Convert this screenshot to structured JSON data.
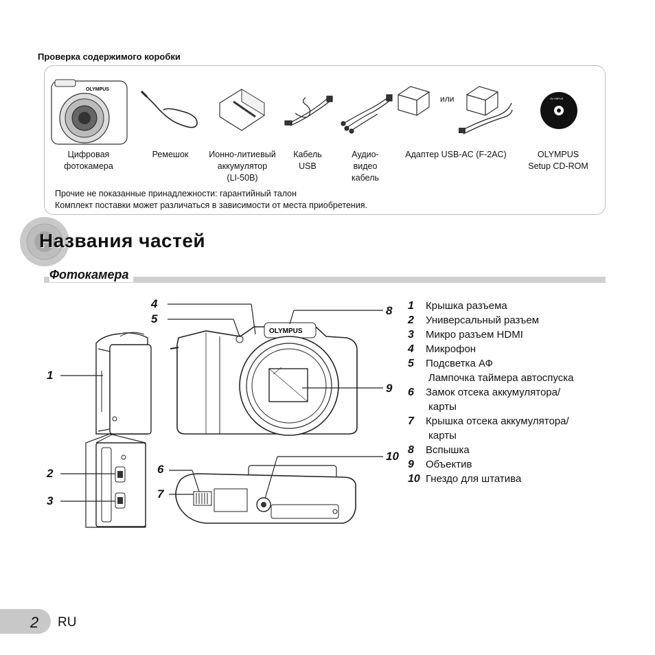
{
  "box": {
    "title": "Проверка содержимого коробки",
    "items": [
      {
        "label1": "Цифровая",
        "label2": "фотокамера",
        "label3": ""
      },
      {
        "label1": "Ремешок",
        "label2": "",
        "label3": ""
      },
      {
        "label1": "Ионно-литиевый",
        "label2": "аккумулятор",
        "label3": "(LI-50B)"
      },
      {
        "label1": "Кабель",
        "label2": "USB",
        "label3": ""
      },
      {
        "label1": "Аудио-",
        "label2": "видео",
        "label3": "кабель"
      },
      {
        "label1": "Адаптер USB-AC (F-2AC)",
        "label2": "",
        "label3": ""
      },
      {
        "label1": "OLYMPUS",
        "label2": "Setup CD-ROM",
        "label3": ""
      }
    ],
    "or_text": "или",
    "camera_brand": "OLYMPUS",
    "note1": "Прочие не показанные принадлежности: гарантийный талон",
    "note2": "Комплект поставки может различаться в зависимости от места приобретения."
  },
  "heading": "Названия частей",
  "section": "Фотокамера",
  "diagram": {
    "brand": "OLYMPUS",
    "callouts": [
      "1",
      "2",
      "3",
      "4",
      "5",
      "6",
      "7",
      "8",
      "9",
      "10"
    ]
  },
  "parts": [
    {
      "num": "1",
      "text": "Крышка разъема",
      "cont": ""
    },
    {
      "num": "2",
      "text": "Универсальный разъем",
      "cont": ""
    },
    {
      "num": "3",
      "text": "Микро разъем HDMI",
      "cont": ""
    },
    {
      "num": "4",
      "text": "Микрофон",
      "cont": ""
    },
    {
      "num": "5",
      "text": "Подсветка АФ",
      "cont": "Лампочка таймера автоспуска"
    },
    {
      "num": "6",
      "text": "Замок отсека аккумулятора/",
      "cont": "карты"
    },
    {
      "num": "7",
      "text": "Крышка отсека аккумулятора/",
      "cont": "карты"
    },
    {
      "num": "8",
      "text": "Вспышка",
      "cont": ""
    },
    {
      "num": "9",
      "text": "Объектив",
      "cont": ""
    },
    {
      "num": "10",
      "text": "Гнездо для штатива",
      "cont": ""
    }
  ],
  "page": {
    "number": "2",
    "lang": "RU"
  }
}
